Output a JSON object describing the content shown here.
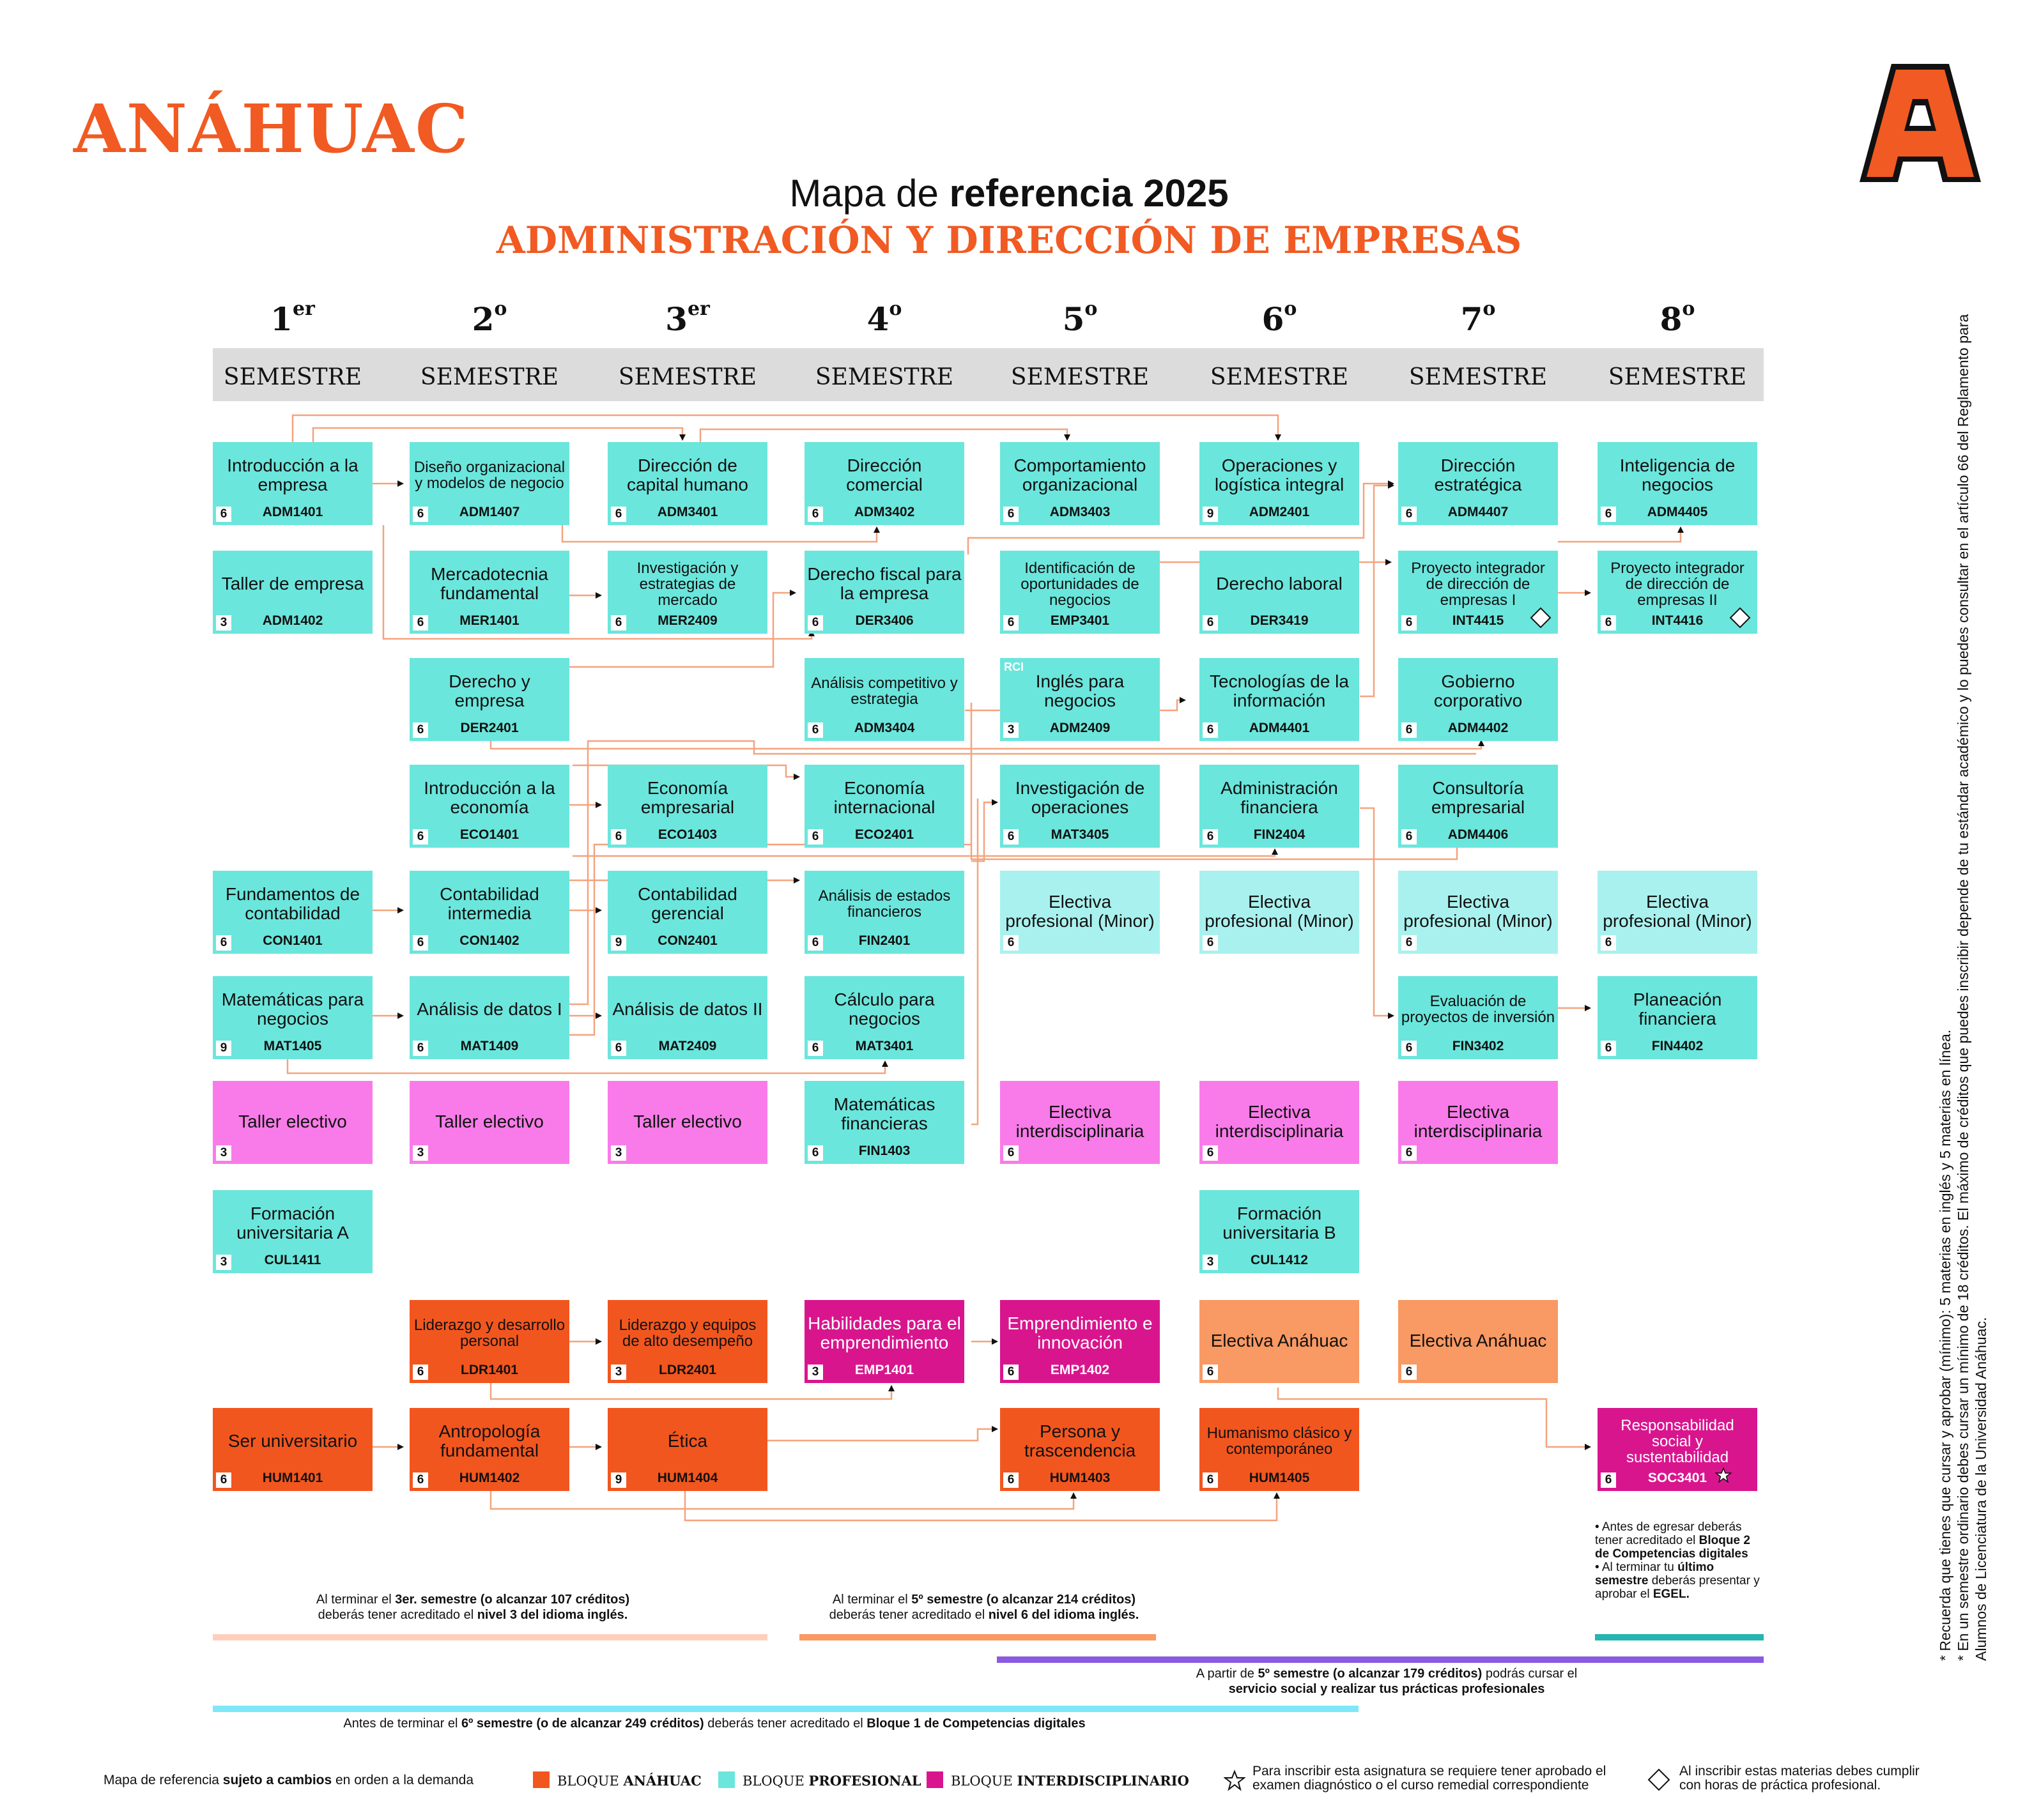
{
  "brand": {
    "logo_text": "ANÁHUAC",
    "logo_letter": "A"
  },
  "title": {
    "prefix": "Mapa de ",
    "strong": "referencia 2025",
    "program": "ADMINISTRACIÓN Y DIRECCIÓN DE EMPRESAS"
  },
  "semesters": [
    {
      "num": "1",
      "sup": "er",
      "label": "SEMESTRE"
    },
    {
      "num": "2",
      "sup": "o",
      "label": "SEMESTRE"
    },
    {
      "num": "3",
      "sup": "er",
      "label": "SEMESTRE"
    },
    {
      "num": "4",
      "sup": "o",
      "label": "SEMESTRE"
    },
    {
      "num": "5",
      "sup": "o",
      "label": "SEMESTRE"
    },
    {
      "num": "6",
      "sup": "o",
      "label": "SEMESTRE"
    },
    {
      "num": "7",
      "sup": "o",
      "label": "SEMESTRE"
    },
    {
      "num": "8",
      "sup": "o",
      "label": "SEMESTRE"
    }
  ],
  "courses": [
    {
      "id": "ADM1401",
      "name": "Introducción a la empresa",
      "code": "ADM1401",
      "credits": "6",
      "block": "profesional"
    },
    {
      "id": "ADM1402",
      "name": "Taller de empresa",
      "code": "ADM1402",
      "credits": "3",
      "block": "profesional"
    },
    {
      "id": "CON1401",
      "name": "Fundamentos de contabilidad",
      "code": "CON1401",
      "credits": "6",
      "block": "profesional"
    },
    {
      "id": "MAT1405",
      "name": "Matemáticas para negocios",
      "code": "MAT1405",
      "credits": "9",
      "block": "profesional"
    },
    {
      "id": "TE1",
      "name": "Taller electivo",
      "code": "",
      "credits": "3",
      "block": "electivo"
    },
    {
      "id": "CUL1411",
      "name": "Formación universitaria A",
      "code": "CUL1411",
      "credits": "3",
      "block": "profesional"
    },
    {
      "id": "HUM1401",
      "name": "Ser universitario",
      "code": "HUM1401",
      "credits": "6",
      "block": "anahuac"
    },
    {
      "id": "ADM1407",
      "name": "Diseño organizacional y modelos de negocio",
      "code": "ADM1407",
      "credits": "6",
      "block": "profesional"
    },
    {
      "id": "MER1401",
      "name": "Mercadotecnia fundamental",
      "code": "MER1401",
      "credits": "6",
      "block": "profesional"
    },
    {
      "id": "DER2401",
      "name": "Derecho y empresa",
      "code": "DER2401",
      "credits": "6",
      "block": "profesional"
    },
    {
      "id": "ECO1401",
      "name": "Introducción a la economía",
      "code": "ECO1401",
      "credits": "6",
      "block": "profesional"
    },
    {
      "id": "CON1402",
      "name": "Contabilidad intermedia",
      "code": "CON1402",
      "credits": "6",
      "block": "profesional"
    },
    {
      "id": "MAT1409",
      "name": "Análisis de datos I",
      "code": "MAT1409",
      "credits": "6",
      "block": "profesional"
    },
    {
      "id": "TE2",
      "name": "Taller electivo",
      "code": "",
      "credits": "3",
      "block": "electivo"
    },
    {
      "id": "LDR1401",
      "name": "Liderazgo y desarrollo personal",
      "code": "LDR1401",
      "credits": "6",
      "block": "anahuac"
    },
    {
      "id": "HUM1402",
      "name": "Antropología fundamental",
      "code": "HUM1402",
      "credits": "6",
      "block": "anahuac"
    },
    {
      "id": "ADM3401",
      "name": "Dirección de capital humano",
      "code": "ADM3401",
      "credits": "6",
      "block": "profesional"
    },
    {
      "id": "MER2409",
      "name": "Investigación y estrategias de mercado",
      "code": "MER2409",
      "credits": "6",
      "block": "profesional"
    },
    {
      "id": "ECO1403",
      "name": "Economía empresarial",
      "code": "ECO1403",
      "credits": "6",
      "block": "profesional"
    },
    {
      "id": "CON2401",
      "name": "Contabilidad gerencial",
      "code": "CON2401",
      "credits": "9",
      "block": "profesional"
    },
    {
      "id": "MAT2409",
      "name": "Análisis de datos II",
      "code": "MAT2409",
      "credits": "6",
      "block": "profesional"
    },
    {
      "id": "TE3",
      "name": "Taller electivo",
      "code": "",
      "credits": "3",
      "block": "electivo"
    },
    {
      "id": "LDR2401",
      "name": "Liderazgo y equipos de alto desempeño",
      "code": "LDR2401",
      "credits": "3",
      "block": "anahuac"
    },
    {
      "id": "HUM1404",
      "name": "Ética",
      "code": "HUM1404",
      "credits": "9",
      "block": "anahuac"
    },
    {
      "id": "ADM3402",
      "name": "Dirección comercial",
      "code": "ADM3402",
      "credits": "6",
      "block": "profesional"
    },
    {
      "id": "DER3406",
      "name": "Derecho fiscal para la empresa",
      "code": "DER3406",
      "credits": "6",
      "block": "profesional"
    },
    {
      "id": "ADM3404",
      "name": "Análisis competitivo y estrategia",
      "code": "ADM3404",
      "credits": "6",
      "block": "profesional"
    },
    {
      "id": "ECO2401",
      "name": "Economía internacional",
      "code": "ECO2401",
      "credits": "6",
      "block": "profesional"
    },
    {
      "id": "FIN2401",
      "name": "Análisis de estados financieros",
      "code": "FIN2401",
      "credits": "6",
      "block": "profesional"
    },
    {
      "id": "MAT3401",
      "name": "Cálculo para negocios",
      "code": "MAT3401",
      "credits": "6",
      "block": "profesional"
    },
    {
      "id": "FIN1403",
      "name": "Matemáticas financieras",
      "code": "FIN1403",
      "credits": "6",
      "block": "profesional"
    },
    {
      "id": "EMP1401",
      "name": "Habilidades para el emprendimiento",
      "code": "EMP1401",
      "credits": "3",
      "block": "interdisciplinario"
    },
    {
      "id": "ADM3403",
      "name": "Comportamiento organizacional",
      "code": "ADM3403",
      "credits": "6",
      "block": "profesional"
    },
    {
      "id": "EMP3401",
      "name": "Identificación de oportunidades de negocios",
      "code": "EMP3401",
      "credits": "6",
      "block": "profesional"
    },
    {
      "id": "ADM2409",
      "name": "Inglés para negocios",
      "code": "ADM2409",
      "credits": "3",
      "block": "profesional",
      "tag": "RCI"
    },
    {
      "id": "MAT3405",
      "name": "Investigación de operaciones",
      "code": "MAT3405",
      "credits": "6",
      "block": "profesional"
    },
    {
      "id": "EP5",
      "name": "Electiva profesional (Minor)",
      "code": "",
      "credits": "6",
      "block": "minor"
    },
    {
      "id": "EI5",
      "name": "Electiva interdisciplinaria",
      "code": "",
      "credits": "6",
      "block": "electivo"
    },
    {
      "id": "EMP1402",
      "name": "Emprendimiento e innovación",
      "code": "EMP1402",
      "credits": "6",
      "block": "interdisciplinario"
    },
    {
      "id": "HUM1403",
      "name": "Persona y trascendencia",
      "code": "HUM1403",
      "credits": "6",
      "block": "anahuac"
    },
    {
      "id": "ADM2401",
      "name": "Operaciones y logística integral",
      "code": "ADM2401",
      "credits": "9",
      "block": "profesional"
    },
    {
      "id": "DER3419",
      "name": "Derecho laboral",
      "code": "DER3419",
      "credits": "6",
      "block": "profesional"
    },
    {
      "id": "ADM4401",
      "name": "Tecnologías de la información",
      "code": "ADM4401",
      "credits": "6",
      "block": "profesional"
    },
    {
      "id": "FIN2404",
      "name": "Administración financiera",
      "code": "FIN2404",
      "credits": "6",
      "block": "profesional"
    },
    {
      "id": "EP6",
      "name": "Electiva profesional (Minor)",
      "code": "",
      "credits": "6",
      "block": "minor"
    },
    {
      "id": "EI6",
      "name": "Electiva interdisciplinaria",
      "code": "",
      "credits": "6",
      "block": "electivo"
    },
    {
      "id": "CUL1412",
      "name": "Formación universitaria B",
      "code": "CUL1412",
      "credits": "3",
      "block": "profesional"
    },
    {
      "id": "EA6",
      "name": "Electiva Anáhuac",
      "code": "",
      "credits": "6",
      "block": "electiva_anahuac"
    },
    {
      "id": "HUM1405",
      "name": "Humanismo clásico y contemporáneo",
      "code": "HUM1405",
      "credits": "6",
      "block": "anahuac"
    },
    {
      "id": "ADM4407",
      "name": "Dirección estratégica",
      "code": "ADM4407",
      "credits": "6",
      "block": "profesional"
    },
    {
      "id": "INT4415",
      "name": "Proyecto integrador de dirección de empresas I",
      "code": "INT4415",
      "credits": "6",
      "block": "profesional",
      "mark": "diamond"
    },
    {
      "id": "ADM4402",
      "name": "Gobierno corporativo",
      "code": "ADM4402",
      "credits": "6",
      "block": "profesional"
    },
    {
      "id": "ADM4406",
      "name": "Consultoría empresarial",
      "code": "ADM4406",
      "credits": "6",
      "block": "profesional"
    },
    {
      "id": "EP7",
      "name": "Electiva profesional (Minor)",
      "code": "",
      "credits": "6",
      "block": "minor"
    },
    {
      "id": "FIN3402",
      "name": "Evaluación de proyectos de inversión",
      "code": "FIN3402",
      "credits": "6",
      "block": "profesional"
    },
    {
      "id": "EI7",
      "name": "Electiva interdisciplinaria",
      "code": "",
      "credits": "6",
      "block": "electivo"
    },
    {
      "id": "EA7",
      "name": "Electiva Anáhuac",
      "code": "",
      "credits": "6",
      "block": "electiva_anahuac"
    },
    {
      "id": "ADM4405",
      "name": "Inteligencia de negocios",
      "code": "ADM4405",
      "credits": "6",
      "block": "profesional"
    },
    {
      "id": "INT4416",
      "name": "Proyecto integrador de dirección de empresas II",
      "code": "INT4416",
      "credits": "6",
      "block": "profesional",
      "mark": "diamond"
    },
    {
      "id": "EP8",
      "name": "Electiva profesional (Minor)",
      "code": "",
      "credits": "6",
      "block": "minor"
    },
    {
      "id": "FIN4402",
      "name": "Planeación financiera",
      "code": "FIN4402",
      "credits": "6",
      "block": "profesional"
    },
    {
      "id": "SOC3401",
      "name": "Responsabilidad social y sustentabilidad",
      "code": "SOC3401",
      "credits": "6",
      "block": "interdisciplinario",
      "mark": "star"
    }
  ],
  "notes": {
    "idioma3": [
      "Al terminar el ",
      "3er. semestre (o alcanzar 107 créditos)",
      " deberás tener acreditado el ",
      "nivel 3 del idioma inglés."
    ],
    "idioma6": [
      "Al terminar el ",
      "5º semestre (o alcanzar 214 créditos)",
      " deberás tener acreditado el ",
      "nivel 6 del idioma inglés."
    ],
    "egresar": [
      "• Antes de egresar deberás tener acreditado el ",
      "Bloque 2 de Competencias digitales",
      "• Al terminar tu ",
      "último semestre",
      " deberás presentar y aprobar el ",
      "EGEL."
    ],
    "servicio": [
      "A partir de ",
      "5º semestre (o alcanzar 179 créditos)",
      " podrás cursar el ",
      "servicio social y realizar tus prácticas profesionales"
    ],
    "digitales": [
      "Antes de terminar el ",
      "6º semestre (o de alcanzar 249 créditos)",
      " deberás tener acreditado el ",
      "Bloque 1 de Competencias digitales"
    ],
    "side": [
      "* Recuerda que tienes que cursar y aprobar (mínimo): 5 materias en inglés y 5 materias en línea.",
      "* En un semestre ordinario debes cursar un mínimo de 18 créditos. El máximo de créditos que puedes inscribir depende de tu estándar académico y lo puedes consultar en el artículo 66 del Reglamento para Alumnos de Licenciatura de la Universidad Anáhuac."
    ]
  },
  "legend": {
    "disclaimer": [
      "Mapa de referencia ",
      "sujeto a cambios",
      " en orden a la demanda"
    ],
    "anahuac": [
      "BLOQUE ",
      "ANÁHUAC"
    ],
    "profesional": [
      "BLOQUE ",
      "PROFESIONAL"
    ],
    "interdisciplinario": [
      "BLOQUE ",
      "INTERDISCIPLINARIO"
    ],
    "star": "Para inscribir esta asignatura se requiere tener aprobado el examen diagnóstico o el curso remedial correspondiente",
    "diamond": "Al inscribir estas materias debes cumplir con horas de práctica profesional."
  },
  "colors": {
    "anahuac": "#f2561f",
    "profesional": "#6be6dc",
    "interdisciplinario": "#d9158e",
    "electivo": "#f97be9",
    "minor": "#a9f1ee",
    "electiva_anahuac": "#f99963",
    "brand": "#f15a22",
    "line": "#f4a37e",
    "bar_idioma3": "#fdd0be",
    "bar_idioma6": "#f99963",
    "bar_egresar": "#26b5b0",
    "bar_servicio": "#8a5ae0",
    "bar_digitales": "#7ee8f8"
  }
}
